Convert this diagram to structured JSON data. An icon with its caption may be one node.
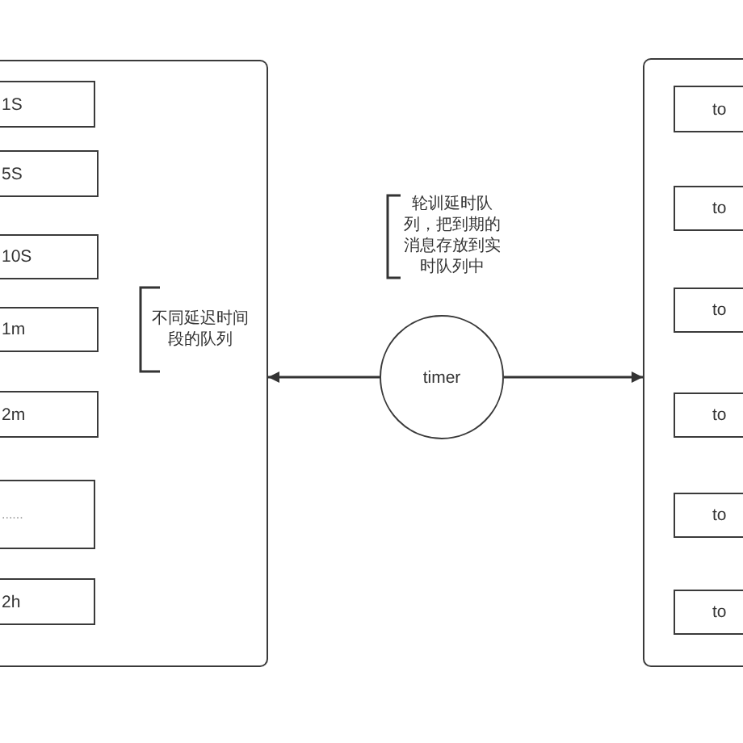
{
  "diagram": {
    "nodes": [
      {
        "text": [],
        "shape": "box"
      },
      {
        "text": [
          "1S"
        ],
        "in": 0
      },
      {
        "text": [
          "5S"
        ],
        "in": 0
      },
      {
        "text": [
          "10S"
        ],
        "in": 0
      },
      {
        "text": [
          "1m"
        ],
        "in": 0
      },
      {
        "text": [
          "2m"
        ],
        "in": 0
      },
      {
        "text": [
          "......"
        ],
        "in": 0
      },
      {
        "text": [
          "2h"
        ],
        "in": 0
      },
      {
        "text": [
          "timer"
        ]
      },
      {
        "text": [],
        "shape": "box"
      },
      {
        "text": [
          "to"
        ],
        "in": 9
      },
      {
        "text": [
          "to"
        ],
        "in": 9
      },
      {
        "text": [
          "to"
        ],
        "in": 9
      },
      {
        "text": [
          "to"
        ],
        "in": 9
      },
      {
        "text": [
          "to"
        ],
        "in": 9
      },
      {
        "text": [
          "to"
        ],
        "in": 9
      }
    ],
    "edges": [
      {
        "from": 8,
        "to": 0,
        "arrow": "to"
      },
      {
        "from": 8,
        "to": 9,
        "arrow": "to"
      }
    ],
    "labels": [
      "不同延迟时间段的队列",
      "轮训延时队列，把到期的消息存放到实时队列中"
    ]
  }
}
